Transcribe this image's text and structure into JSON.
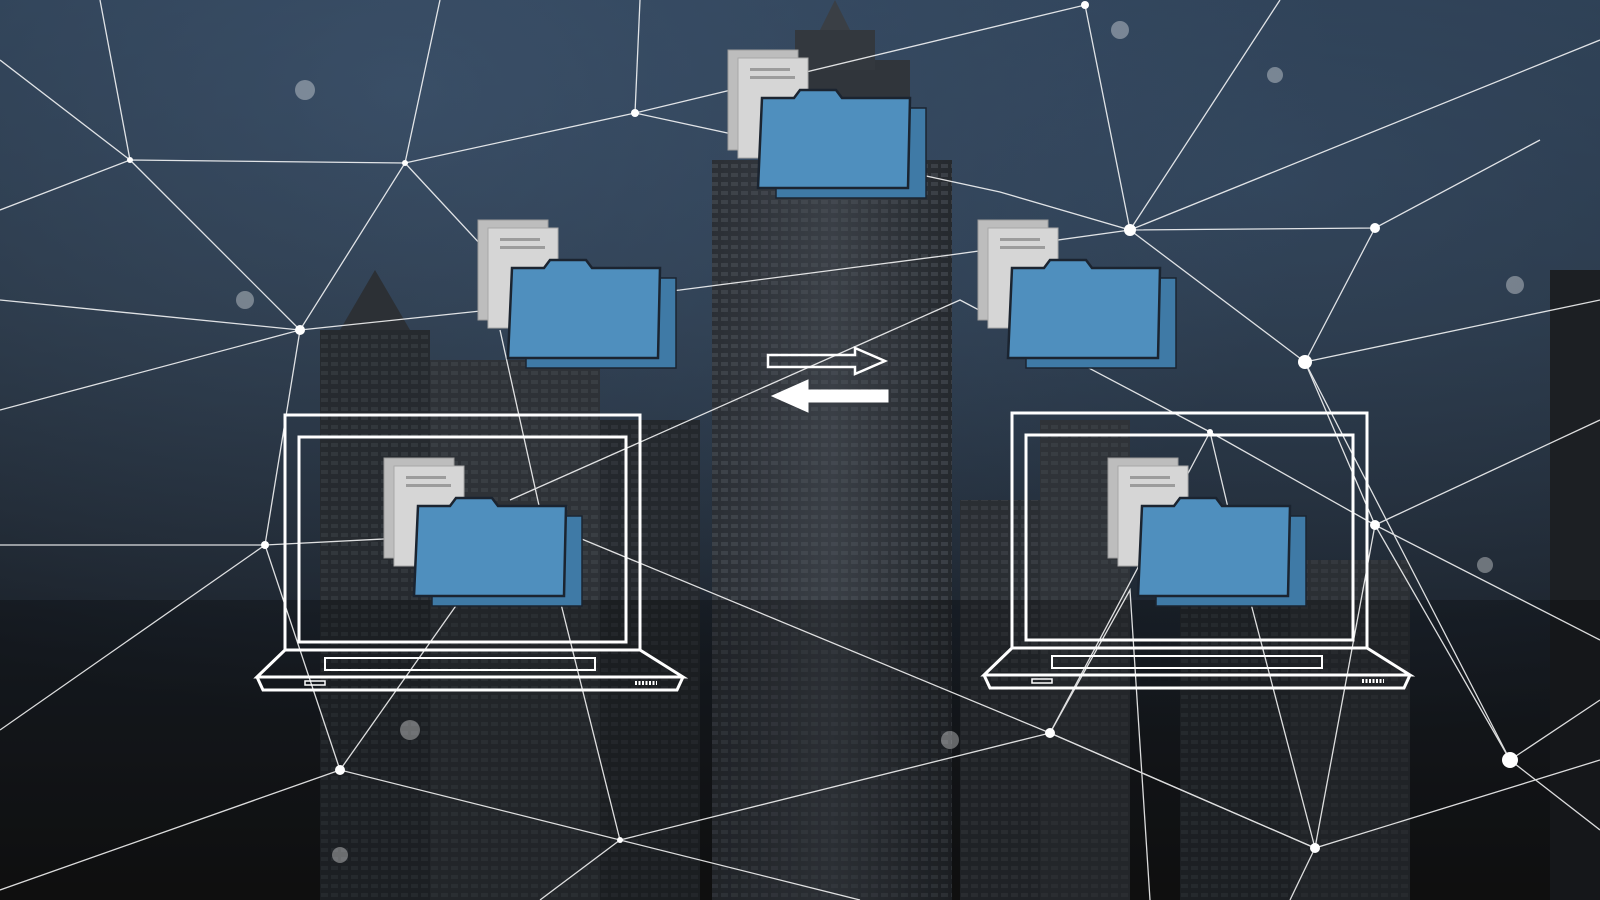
{
  "scene": {
    "description_tags": [
      "city-skyline",
      "network-graph",
      "file-transfer"
    ],
    "colors": {
      "folder_fill": "#4f8fbe",
      "folder_outline": "#1b2430",
      "document_fill": "#d6d6d6",
      "network_line": "#ffffff",
      "sky_top": "#2a3a4c",
      "ground": "#141414"
    },
    "icons": {
      "folders": [
        "folder-icon",
        "folder-icon",
        "folder-icon",
        "folder-icon",
        "folder-icon"
      ],
      "laptops": [
        "laptop-icon",
        "laptop-icon"
      ],
      "arrows": [
        "arrow-right-icon",
        "arrow-left-icon"
      ]
    }
  }
}
